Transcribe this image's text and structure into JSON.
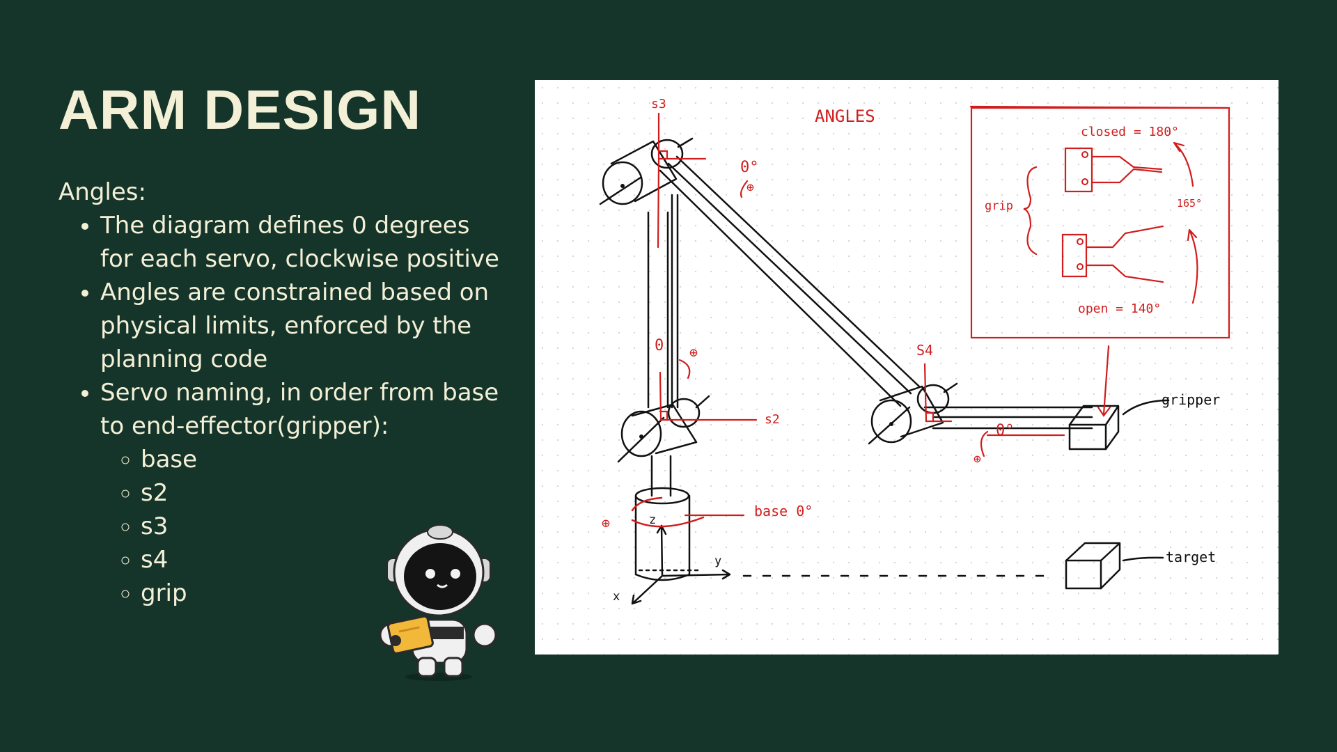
{
  "title": "ARM DESIGN",
  "content": {
    "intro": "Angles:",
    "bullets": [
      "The diagram defines 0 degrees for each servo, clockwise positive",
      "Angles are constrained based on physical limits, enforced by the planning code",
      "Servo naming, in order from base to end-effector(gripper):"
    ],
    "servos": [
      "base",
      "s2",
      "s3",
      "s4",
      "grip"
    ]
  },
  "diagram": {
    "heading": "ANGLES",
    "labels": {
      "s3": "s3",
      "s4": "S4",
      "s2": "s2",
      "base": "base 0°",
      "gripper": "gripper",
      "target": "target",
      "grip": "grip",
      "closed": "closed = 180°",
      "open": "open = 140°",
      "mid": "165°",
      "zero": "0°",
      "zero_vertical": "0",
      "plus": "⊕",
      "axis_z": "z",
      "axis_y": "y",
      "axis_x": "x"
    },
    "colors": {
      "annotation": "#d11d1d",
      "ink": "#111111",
      "background": "#15352a",
      "text": "#f4f0d8"
    }
  },
  "mascot": {
    "icon": "robot-mascot-icon"
  }
}
